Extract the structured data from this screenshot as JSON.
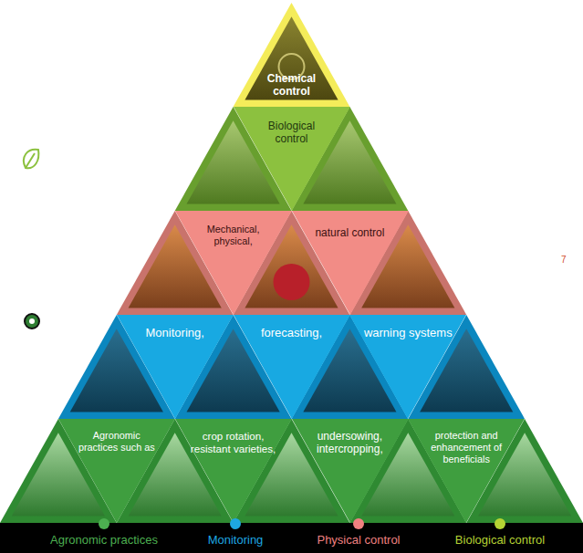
{
  "diagram": {
    "nodes": [
      {
        "text": [
          "Chemical control"
        ]
      },
      {
        "text": [
          "Biological control"
        ]
      },
      {
        "text": [
          "Mechanical, physical,"
        ]
      },
      {
        "text": [
          "natural control"
        ]
      },
      {
        "text": [
          "Monitoring,"
        ]
      },
      {
        "text": [
          "forecasting,"
        ]
      },
      {
        "text": [
          "warning systems"
        ]
      },
      {
        "text": [
          "Agronomic practices such as"
        ]
      },
      {
        "text": [
          "crop rotation, resistant varieties,"
        ]
      },
      {
        "text": [
          "undersowing, intercropping,"
        ]
      },
      {
        "text": [
          "protection and enhancement of beneficials"
        ]
      }
    ],
    "labels": [
      "7"
    ],
    "legend": [
      {
        "text": "Agronomic practices",
        "color": "#4caf50"
      },
      {
        "text": "Monitoring",
        "color": "#1ea7e1"
      },
      {
        "text": "Physical control",
        "color": "#f08080"
      },
      {
        "text": "Biological control",
        "color": "#b5d334"
      }
    ]
  }
}
